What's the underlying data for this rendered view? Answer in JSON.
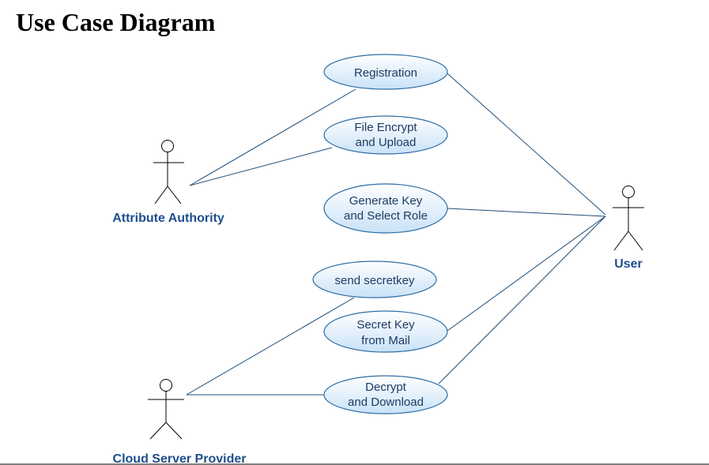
{
  "title": "Use Case Diagram",
  "colors": {
    "line": "#1f4e79",
    "ellipse_fill_top": "#ffffff",
    "ellipse_fill_bottom": "#c9e2f7",
    "ellipse_stroke": "#2e6da4",
    "actor_label": "#1f4e8c"
  },
  "actors": {
    "attribute_authority": "Attribute Authority",
    "user": "User",
    "cloud_server_provider": "Cloud Server Provider"
  },
  "use_cases": {
    "registration": [
      "Registration"
    ],
    "file_encrypt": [
      "File Encrypt",
      "and Upload"
    ],
    "generate_key": [
      "Generate Key",
      "and Select Role"
    ],
    "send_secretkey": [
      "send secretkey"
    ],
    "secret_key_mail": [
      "Secret Key",
      "from Mail"
    ],
    "decrypt_download": [
      "Decrypt",
      "and Download"
    ]
  }
}
